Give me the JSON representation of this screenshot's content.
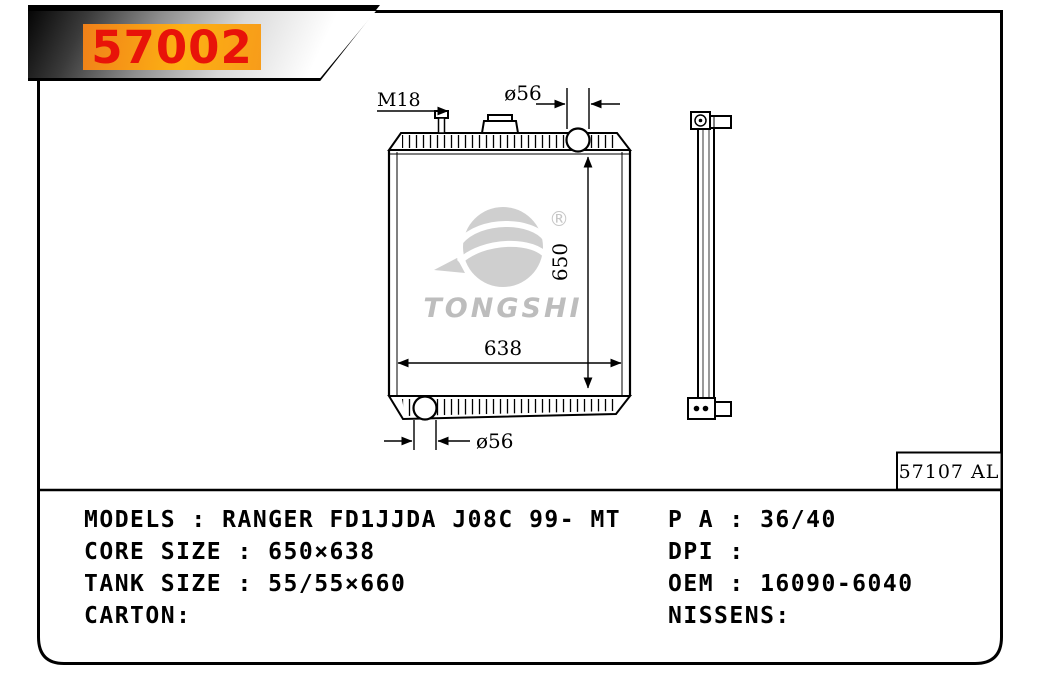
{
  "banner": {
    "part_number": "57002"
  },
  "drawing": {
    "dim_m18": "M18",
    "dim_top_diameter": "ø56",
    "dim_height": "650",
    "dim_width": "638",
    "dim_bottom_diameter": "ø56",
    "watermark_brand": "TONGSHI",
    "watermark_registered": "®",
    "ref_code": "57107 AL"
  },
  "specs": {
    "left": [
      "MODELS : RANGER FD1JJDA J08C 99- MT",
      "CORE SIZE : 650×638",
      "TANK SIZE : 55/55×660",
      "CARTON:"
    ],
    "right": [
      "P A : 36/40",
      "DPI :",
      "OEM : 16090-6040",
      "NISSENS:"
    ]
  },
  "colors": {
    "accent_red": "#e81309",
    "banner_orange": "#f79c1a",
    "watermark_gray": "#b2b2b2"
  }
}
